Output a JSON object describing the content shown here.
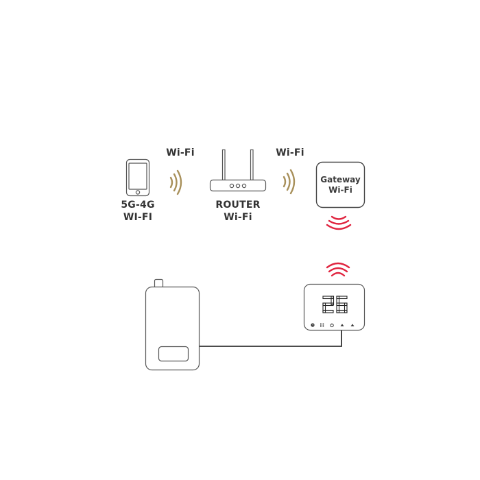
{
  "diagram": {
    "title": "",
    "colors": {
      "outline": "#555555",
      "text": "#333333",
      "wifi_gold": "#a8905a",
      "radio_red": "#e0243f",
      "background": "#ffffff"
    },
    "nodes": {
      "phone": {
        "icon": "smartphone-icon",
        "label_line1": "5G-4G",
        "label_line2": "WI-FI"
      },
      "router": {
        "icon": "router-icon",
        "label_line1": "ROUTER",
        "label_line2": "Wi-Fi"
      },
      "gateway": {
        "icon": "gateway-box-icon",
        "label_line1": "Gateway",
        "label_line2": "Wi-Fi"
      },
      "thermostat": {
        "icon": "thermostat-icon",
        "display_value": "26",
        "buttons": [
          "clock-icon",
          "menu-grid-icon",
          "power-icon",
          "up-arrow-icon",
          "up-arrow-icon"
        ]
      },
      "boiler": {
        "icon": "boiler-icon"
      }
    },
    "links": [
      {
        "from": "phone",
        "to": "router",
        "type": "wifi",
        "label": "Wi-Fi"
      },
      {
        "from": "router",
        "to": "gateway",
        "type": "wifi",
        "label": "Wi-Fi"
      },
      {
        "from": "gateway",
        "to": "thermostat",
        "type": "radio",
        "label": ""
      },
      {
        "from": "thermostat",
        "to": "boiler",
        "type": "wire",
        "label": ""
      }
    ]
  }
}
